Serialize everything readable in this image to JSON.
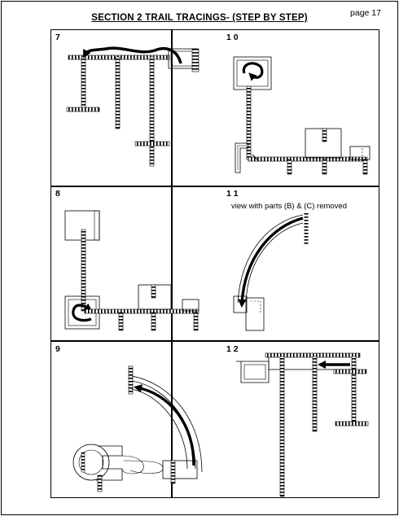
{
  "header": {
    "title": "SECTION 2  TRAIL  TRACINGS- (STEP BY STEP)",
    "page": "page 17"
  },
  "panels": [
    {
      "label": "7"
    },
    {
      "label": "1 0"
    },
    {
      "label": "8"
    },
    {
      "label": "1 1",
      "caption": "view with parts (B) & (C) removed"
    },
    {
      "label": "9"
    },
    {
      "label": "1 2"
    }
  ],
  "colors": {
    "ink": "#000000",
    "paper": "#ffffff"
  }
}
